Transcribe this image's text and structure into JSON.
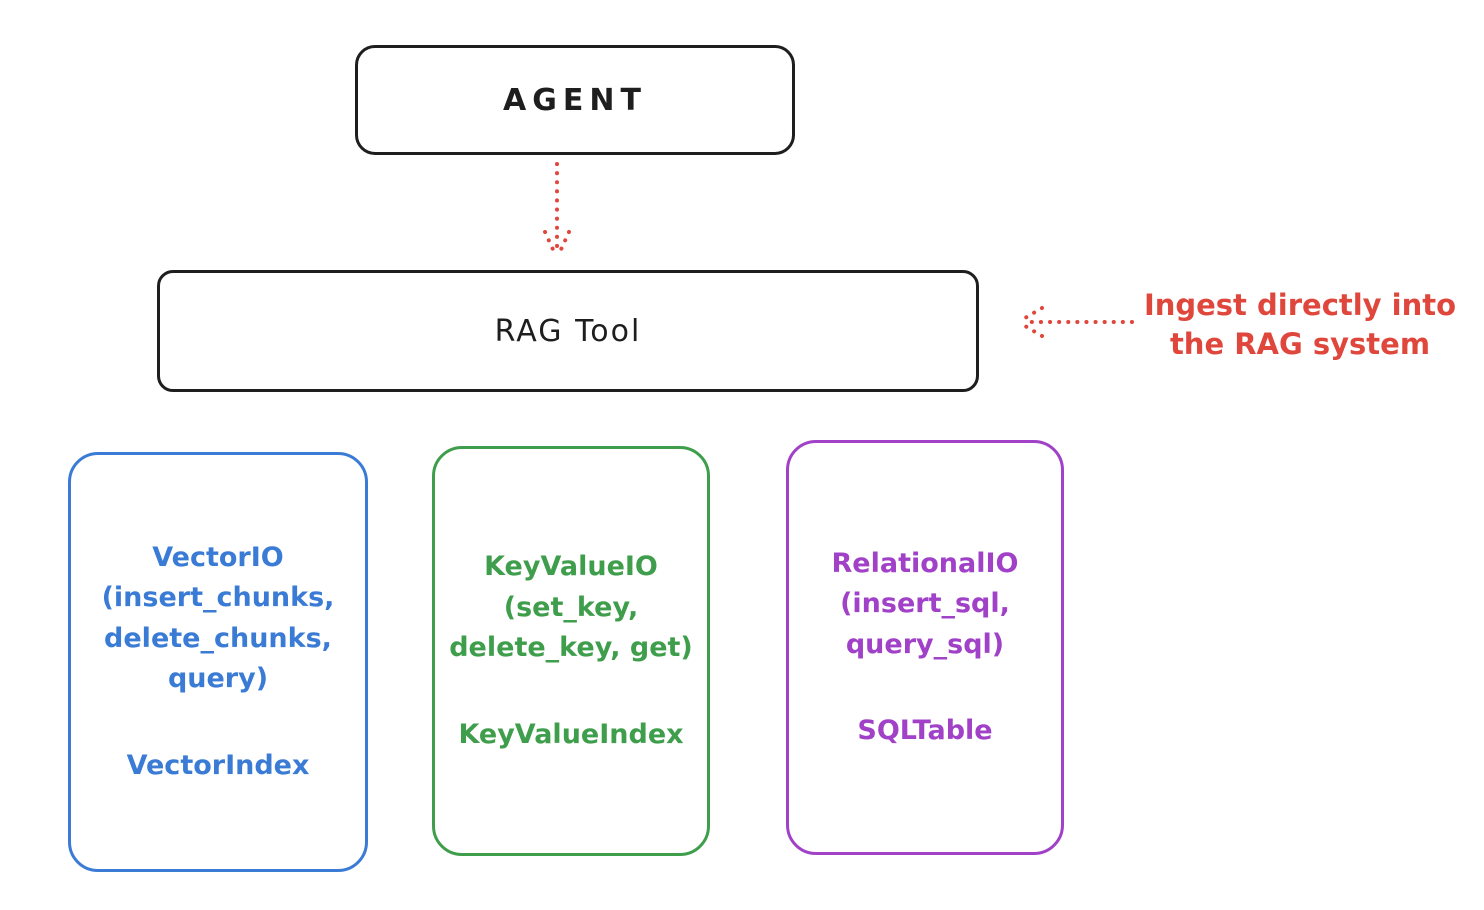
{
  "diagram": {
    "agent_label": "AGENT",
    "rag_tool_label": "RAG Tool",
    "annotation": "Ingest directly into\nthe RAG system",
    "stores": [
      {
        "title": "VectorIO\n(insert_chunks,\ndelete_chunks,\nquery)",
        "index": "VectorIndex",
        "color": "#3a7bd5"
      },
      {
        "title": "KeyValueIO\n(set_key,\ndelete_key, get)",
        "index": "KeyValueIndex",
        "color": "#3f9e4c"
      },
      {
        "title": "RelationalIO\n(insert_sql,\nquery_sql)",
        "index": "SQLTable",
        "color": "#a041c8"
      }
    ],
    "colors": {
      "outline": "#1e1e1e",
      "accent_red": "#e0473c",
      "vector_blue": "#3a7bd5",
      "keyvalue_green": "#3f9e4c",
      "relational_purple": "#a041c8",
      "background": "#ffffff"
    }
  }
}
